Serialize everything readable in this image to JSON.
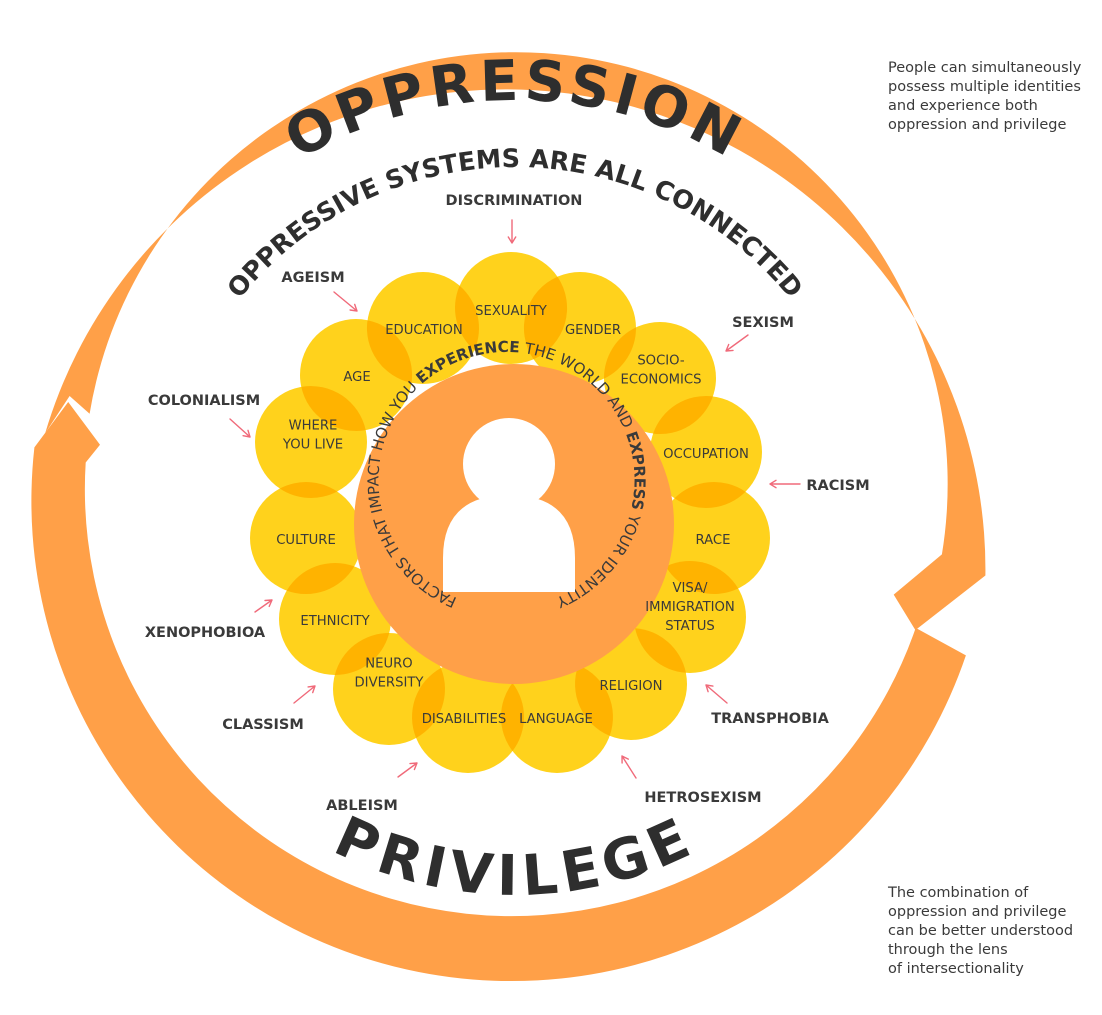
{
  "titles": {
    "top": "OPPRESSION",
    "bottom": "PRIVILEGE",
    "subtitle": "OPPRESSIVE SYSTEMS ARE ALL CONNECTED"
  },
  "inner_ring_text": {
    "part1": "FACTORS THAT IMPACT HOW YOU ",
    "bold1": "EXPERIENCE",
    "part2": " THE WORLD AND ",
    "bold2": "EXPRESS",
    "part3": " YOUR IDENTITY"
  },
  "identity_factors": [
    {
      "lines": [
        "SEXUALITY"
      ]
    },
    {
      "lines": [
        "GENDER"
      ]
    },
    {
      "lines": [
        "SOCIO-",
        "ECONOMICS"
      ]
    },
    {
      "lines": [
        "OCCUPATION"
      ]
    },
    {
      "lines": [
        "RACE"
      ]
    },
    {
      "lines": [
        "VISA/",
        "IMMIGRATION",
        "STATUS"
      ]
    },
    {
      "lines": [
        "RELIGION"
      ]
    },
    {
      "lines": [
        "LANGUAGE"
      ]
    },
    {
      "lines": [
        "DISABILITIES"
      ]
    },
    {
      "lines": [
        "NEURO",
        "DIVERSITY"
      ]
    },
    {
      "lines": [
        "ETHNICITY"
      ]
    },
    {
      "lines": [
        "CULTURE"
      ]
    },
    {
      "lines": [
        "WHERE",
        "YOU LIVE"
      ]
    },
    {
      "lines": [
        "AGE"
      ]
    },
    {
      "lines": [
        "EDUCATION"
      ]
    }
  ],
  "oppressive_systems": [
    {
      "label": "DISCRIMINATION"
    },
    {
      "label": "SEXISM"
    },
    {
      "label": "RACISM"
    },
    {
      "label": "TRANSPHOBIA"
    },
    {
      "label": "HETROSEXISM"
    },
    {
      "label": "ABLEISM"
    },
    {
      "label": "CLASSISM"
    },
    {
      "label": "XENOPHOBIOA"
    },
    {
      "label": "COLONIALISM"
    },
    {
      "label": "AGEISM"
    }
  ],
  "notes": {
    "top": "People can simultaneously\npossess multiple identities\nand experience both\noppression and privilege",
    "bottom": "The combination of\noppression and privilege\ncan be better understood\nthrough the lens\nof intersectionality"
  },
  "colors": {
    "ring": "#ffa048",
    "circle": "#ffd21c",
    "circle_overlap": "#ffb300",
    "center": "#ffa048",
    "text_dark": "#3a3a3a",
    "arrow": "#f06a7a"
  },
  "icons": [
    "person-silhouette-icon"
  ]
}
